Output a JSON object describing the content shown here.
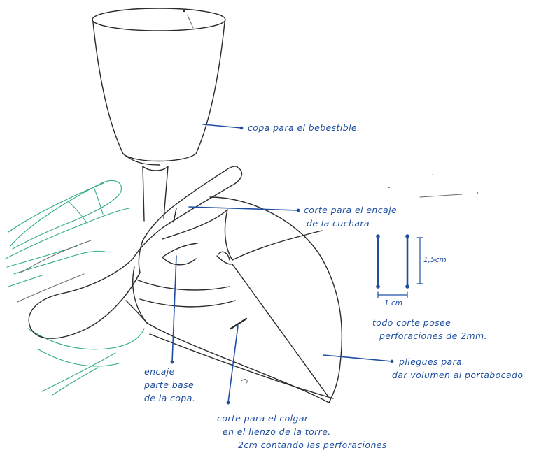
{
  "annotations": {
    "cup": "copa para el bebestible.",
    "spoon_cut": [
      "corte para el encaje",
      "de la cuchara"
    ],
    "base_fit": [
      "encaje",
      "parte base",
      "de la copa."
    ],
    "hang_cut": [
      "corte para el colgar",
      "en el lienzo de la torre.",
      "2cm contando las perforaciones"
    ],
    "perforation_note": [
      "todo corte posee",
      "perforaciones de 2mm."
    ],
    "folds": [
      "pliegues para",
      "dar volumen al portabocado"
    ]
  },
  "dimensions": {
    "height": "1,5cm",
    "width": "1 cm"
  },
  "colors": {
    "annotation": "#1f4fa0",
    "pencil": "#2b2b2b",
    "hand": "#2fae7a"
  }
}
